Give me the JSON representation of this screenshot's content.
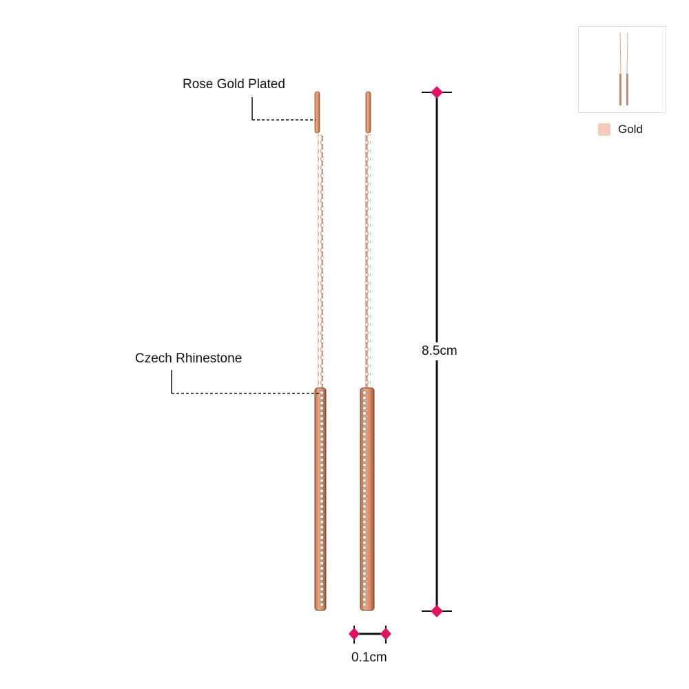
{
  "callouts": {
    "plating": "Rose Gold Plated",
    "stone": "Czech Rhinestone"
  },
  "dimensions": {
    "length": "8.5cm",
    "width": "0.1cm"
  },
  "variant": {
    "selected_color_name": "Gold",
    "swatch_color": "#f6c9bd"
  },
  "colors": {
    "metal": "#d78f70",
    "metal_dark": "#8c4a32",
    "rhinestone": "#f5f5f5",
    "marker": "#e0115f",
    "line": "#111111"
  }
}
